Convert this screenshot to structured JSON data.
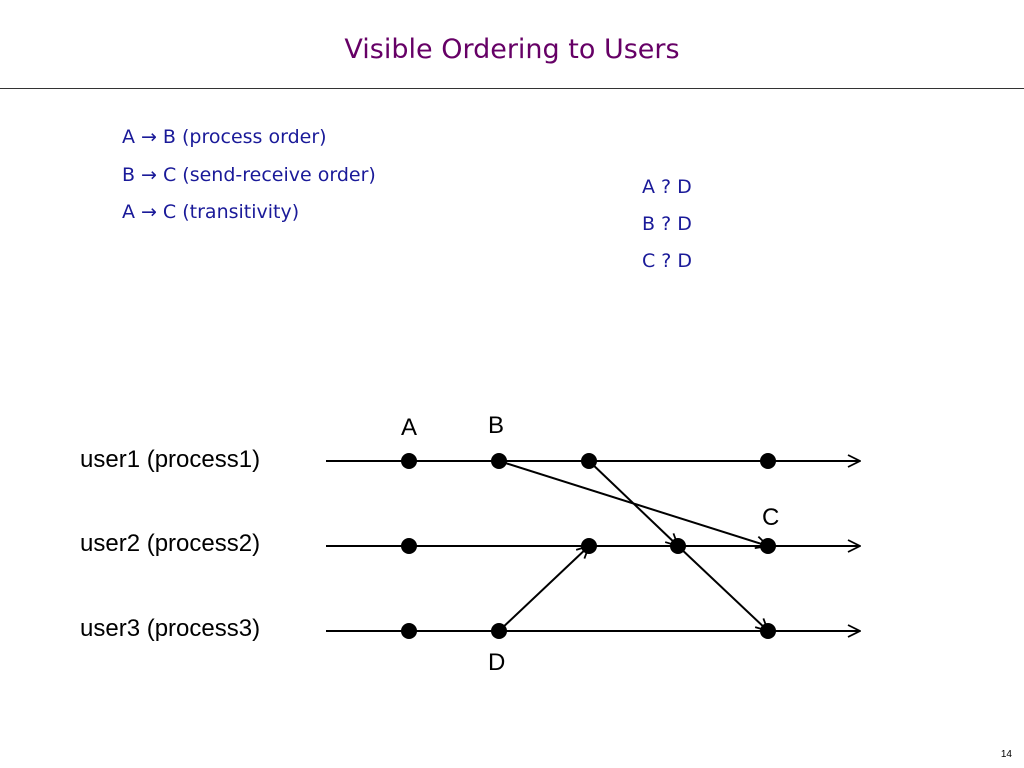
{
  "slide": {
    "title": "Visible Ordering to Users",
    "page_number": "14"
  },
  "rules": [
    {
      "from": "A",
      "arrow": "→",
      "to": "B",
      "note": "(process order)"
    },
    {
      "from": "B",
      "arrow": "→",
      "to": "C",
      "note": "(send-receive order)"
    },
    {
      "from": "A",
      "arrow": "→",
      "to": "C",
      "note": "(transitivity)"
    }
  ],
  "questions": [
    "A ? D",
    "B ? D",
    "C ? D"
  ],
  "processes": [
    {
      "label": "user1 (process1)"
    },
    {
      "label": "user2 (process2)"
    },
    {
      "label": "user3 (process3)"
    }
  ],
  "event_labels": {
    "A": "A",
    "B": "B",
    "C": "C",
    "D": "D"
  },
  "colors": {
    "title": "#660066",
    "text": "#1a1a99",
    "diagram": "#000000"
  }
}
